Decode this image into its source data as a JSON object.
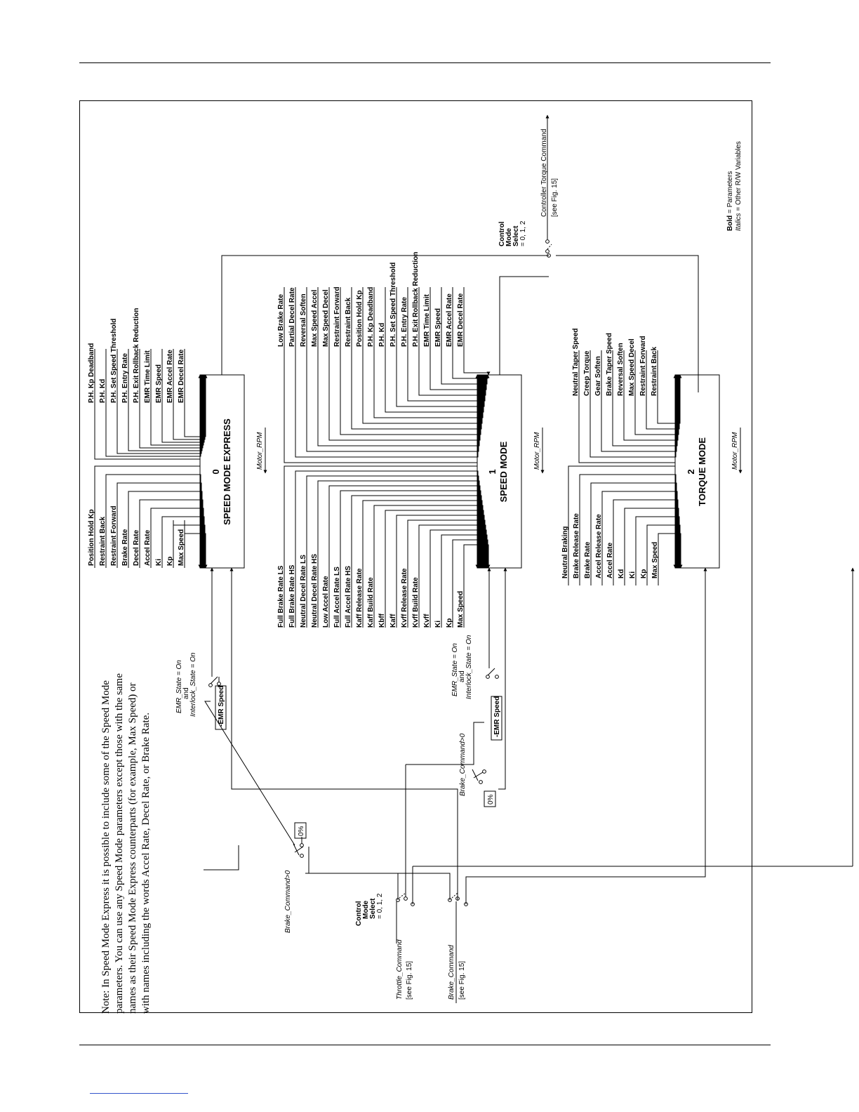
{
  "note": {
    "lines": [
      "Note:  In Speed Mode Express it is possible to include some of the Speed Mode",
      "parameters. You can use any Speed Mode parameters except those with the same",
      "names as their Speed Mode Express counterparts (for example, Max Speed) or",
      "with names including the words Accel Rate, Decel Rate, or Brake Rate."
    ]
  },
  "blocks": {
    "speed_express": {
      "number": "0",
      "title": "SPEED MODE EXPRESS"
    },
    "speed": {
      "number": "1",
      "title": "SPEED MODE"
    },
    "torque": {
      "number": "2",
      "title": "TORQUE MODE"
    }
  },
  "params": {
    "speed_express_left": [
      "Position Hold Kp",
      "Restraint  Back",
      "Restraint  Forward",
      "Brake Rate",
      "Decel Rate",
      "Accel Rate",
      "Ki",
      "Kp",
      "Max Speed"
    ],
    "speed_express_right": [
      "P.H. Kp Deadband",
      "P.H. Kd",
      "P.H. Set Speed Threshold",
      "P.H. Entry Rate",
      "P.H. Exit Rollback Reduction",
      "EMR Time Limit",
      "EMR Speed",
      "EMR Accel Rate",
      "EMR Decel Rate"
    ],
    "speed_left": [
      "Full Brake Rate LS",
      "Full Brake Rate HS",
      "Neutral Decel Rate LS",
      "Neutral Decel Rate HS",
      "Low Accel Rate",
      "Full Accel Rate LS",
      "Full Accel Rate HS",
      "Kaff Release Rate",
      "Kaff Build Rate",
      "Kbff",
      "Kaff",
      "Kvff Release Rate",
      "Kvff Build Rate",
      "Kvff",
      "Ki",
      "Kp",
      "Max Speed"
    ],
    "speed_right": [
      "Low Brake Rate",
      "Partial Decel Rate",
      "Reversal Soften",
      "Max Speed Accel",
      "Max Speed Decel",
      "Restraint  Forward",
      "Restraint  Back",
      "Position Hold Kp",
      "P.H. Kp Deadband",
      "P.H. Kd",
      "P.H. Set Speed Threshold",
      "P.H. Entry Rate",
      "P.H. Exit Rollback Reduction",
      "EMR Time Limit",
      "EMR Speed",
      "EMR Accel Rate",
      "EMR Decel Rate"
    ],
    "torque_left": [
      "Neutral Braking",
      "Brake Release Rate",
      "Brake Rate",
      "Accel Release Rate",
      "Accel Rate",
      "Kd",
      "Ki",
      "Kp",
      "Max Speed"
    ],
    "torque_right": [
      "Neutral Taper Speed",
      "Creep Torque",
      "Gear Soften",
      "Brake Taper Speed",
      "Reversal Soften",
      "Max Speed Decel",
      "Restraint Forward",
      "Restraint Back"
    ]
  },
  "signals": {
    "motor_rpm": "Motor_RPM",
    "throttle_command": "Throttle_Command",
    "brake_command": "Brake_Command",
    "see_fig": "[see Fig. 15]",
    "controller_torque": "Controller Torque Command",
    "brake_gt0": "Brake_Command>0",
    "emr_state": "EMR_State = On",
    "and": "and",
    "interlock_state": "Interlock_State = On",
    "emr_speed_box": "-EMR Speed",
    "zero_pct": "0%",
    "cms_line1": "Control",
    "cms_line2": "Mode",
    "cms_line3": "Select",
    "cms_line4": "= 0, 1, 2",
    "pos0": "0",
    "pos1": "1",
    "pos2": "2"
  },
  "legend": {
    "bold_word": "Bold",
    "bold_rest": " = Parameters",
    "italic_word": "Italics",
    "italic_rest": " = Other R/W Variables"
  }
}
